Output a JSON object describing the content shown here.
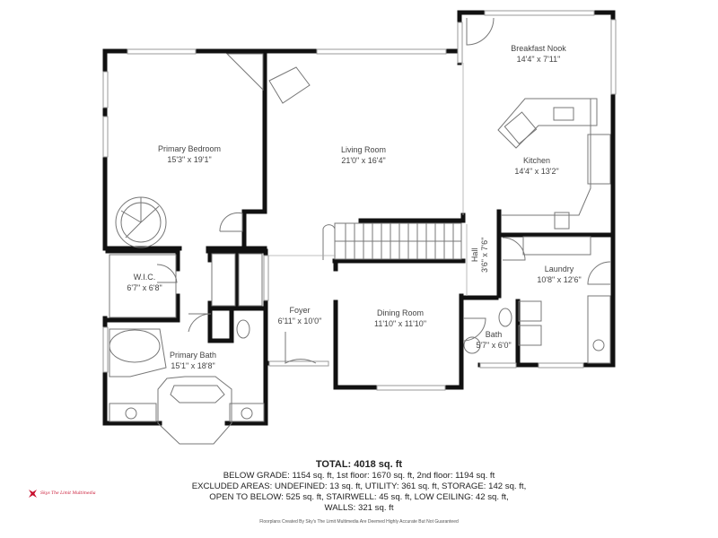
{
  "plan": {
    "rooms": [
      {
        "id": "primary-bedroom",
        "name": "Primary Bedroom",
        "dimensions": "15'3\" x 19'1\""
      },
      {
        "id": "living-room",
        "name": "Living Room",
        "dimensions": "21'0\" x 16'4\""
      },
      {
        "id": "breakfast-nook",
        "name": "Breakfast Nook",
        "dimensions": "14'4\" x 7'11\""
      },
      {
        "id": "kitchen",
        "name": "Kitchen",
        "dimensions": "14'4\" x 13'2\""
      },
      {
        "id": "hall",
        "name": "Hall",
        "dimensions": "3'6\" x 7'6\""
      },
      {
        "id": "laundry",
        "name": "Laundry",
        "dimensions": "10'8\" x 12'6\""
      },
      {
        "id": "wic",
        "name": "W.I.C.",
        "dimensions": "6'7\" x 6'8\""
      },
      {
        "id": "foyer",
        "name": "Foyer",
        "dimensions": "6'11\" x 10'0\""
      },
      {
        "id": "dining-room",
        "name": "Dining Room",
        "dimensions": "11'10\" x 11'10\""
      },
      {
        "id": "bath",
        "name": "Bath",
        "dimensions": "5'7\" x 6'0\""
      },
      {
        "id": "primary-bath",
        "name": "Primary Bath",
        "dimensions": "15'1\" x 18'8\""
      }
    ],
    "colors": {
      "wall": "#111111",
      "fixture": "#777777",
      "window": "#888888",
      "logo": "#c8102e"
    }
  },
  "summary": {
    "total": "TOTAL: 4018 sq. ft",
    "lines": [
      "BELOW GRADE: 1154 sq. ft, 1st floor: 1670 sq. ft, 2nd floor: 1194 sq. ft",
      "EXCLUDED AREAS: UNDEFINED: 13 sq. ft, UTILITY: 361 sq. ft, STORAGE: 142 sq. ft,",
      "OPEN TO BELOW: 525 sq. ft, STAIRWELL: 45 sq. ft, LOW CEILING: 42 sq. ft,",
      "WALLS: 321 sq. ft"
    ],
    "disclaimer": "Floorplans Created By Sky's The Limit Multimedia Are Deemed Highly Accurate But Not Guaranteed"
  },
  "logo": {
    "text": "Skys The Limit Multimedia",
    "icon": "logo-x-icon"
  }
}
